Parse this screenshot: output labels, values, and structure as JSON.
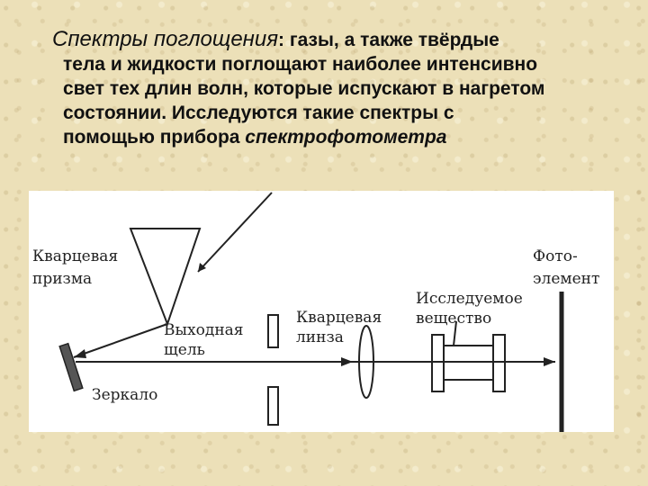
{
  "text": {
    "lead": "Спектры поглощения",
    "colon": ": ",
    "line1_rest": "газы, а также твёрдые",
    "line2": "тела и жидкости поглощают наиболее интенсивно",
    "line3": "свет тех длин волн, которые испускают в нагретом",
    "line4": "состоянии. Исследуются такие спектры с",
    "line5_start": "помощью прибора ",
    "line5_em": "спектрофотометра"
  },
  "diagram": {
    "labels": {
      "prism_1": "Кварцевая",
      "prism_2": "призма",
      "slit_1": "Выходная",
      "slit_2": "щель",
      "mirror": "Зеркало",
      "lens_1": "Кварцевая",
      "lens_2": "линза",
      "sample_1": "Исследуемое",
      "sample_2": "вещество",
      "photo_1": "Фото-",
      "photo_2": "элемент"
    },
    "line_color": "#222222"
  }
}
